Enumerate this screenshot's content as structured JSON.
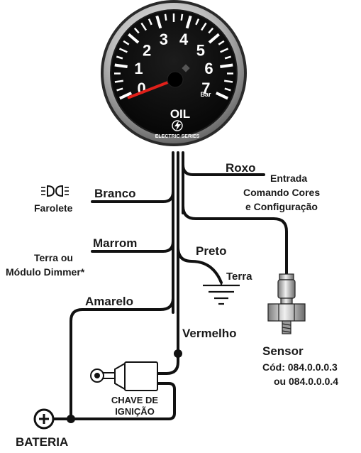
{
  "gauge": {
    "numbers": [
      "0",
      "1",
      "2",
      "3",
      "4",
      "5",
      "6",
      "7"
    ],
    "unit": "Bar",
    "name": "OIL",
    "series": "ELECTRIC SERIES",
    "needle_value": 0,
    "range": [
      0,
      7
    ],
    "needle_color": "#e0201a",
    "face_color": "#0b0b0b"
  },
  "wires": {
    "roxo": "Roxo",
    "roxo_desc": [
      "Entrada",
      "Comando Cores",
      "e Configuração"
    ],
    "branco": "Branco",
    "farolete": "Farolete",
    "marrom": "Marrom",
    "marrom_desc": [
      "Terra ou",
      "Módulo Dimmer*"
    ],
    "preto": "Preto",
    "terra": "Terra",
    "amarelo": "Amarelo",
    "vermelho": "Vermelho"
  },
  "sensor": {
    "title": "Sensor",
    "codes": [
      "Cód: 084.0.0.0.3",
      "ou 084.0.0.0.4"
    ]
  },
  "ignition": {
    "label": [
      "CHAVE DE",
      "IGNIÇÃO"
    ]
  },
  "battery": {
    "label": "BATERIA",
    "symbol": "+"
  },
  "icons": {
    "headlight": "headlight-icon",
    "ground": "ground-icon",
    "key": "key-icon",
    "battery": "battery-plus-icon",
    "bolt": "lightning-bolt-icon"
  }
}
